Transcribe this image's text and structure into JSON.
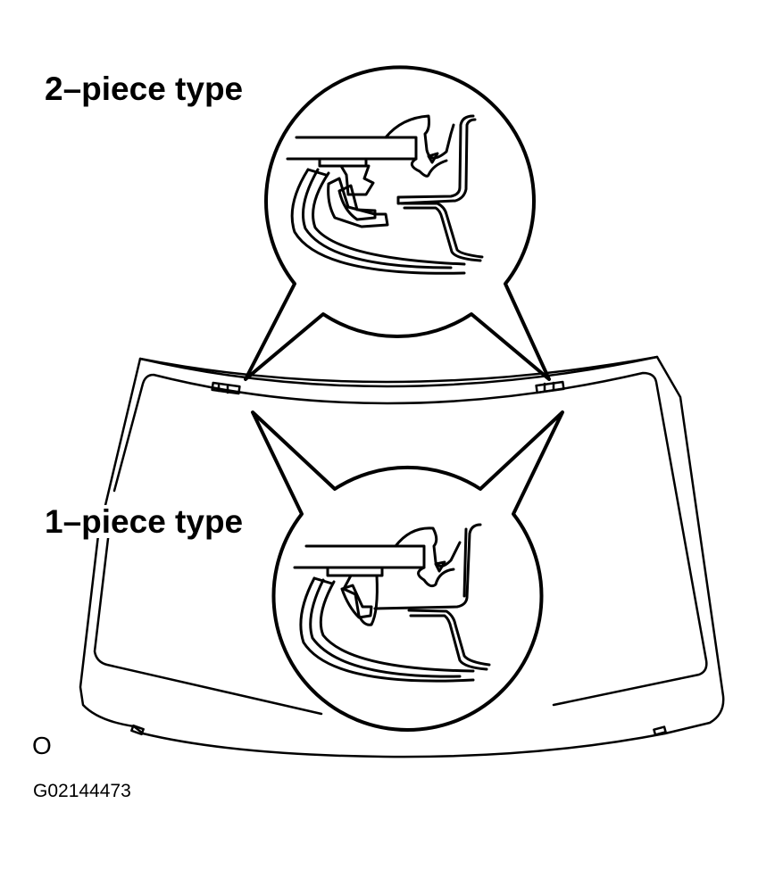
{
  "diagram": {
    "labels": {
      "two_piece": "2–piece type",
      "one_piece": "1–piece type",
      "view_marker": "O",
      "figure_code": "G02144473"
    },
    "callouts": [
      {
        "name": "2-piece type detail",
        "points_to": "upper clip locations on windshield top edge"
      },
      {
        "name": "1-piece type detail",
        "points_to": "upper clip locations on windshield top edge"
      }
    ],
    "components": [
      "windshield glass",
      "molding",
      "clip",
      "body panel",
      "weatherstrip"
    ],
    "colors": {
      "stroke": "#000000",
      "background": "#ffffff"
    }
  }
}
